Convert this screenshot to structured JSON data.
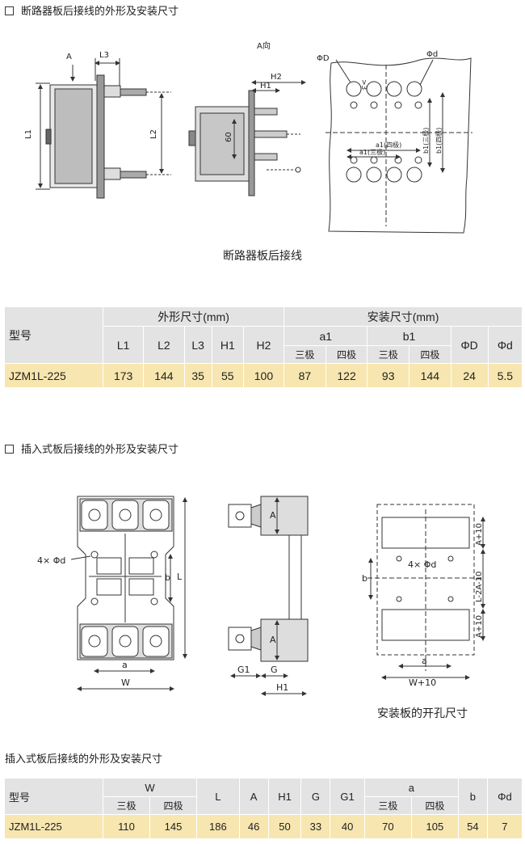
{
  "section1": {
    "title": "断路器板后接线的外形及安装尺寸",
    "caption": "断路器板后接线",
    "drawing_labels": {
      "A": "A",
      "L3": "L3",
      "L1": "L1",
      "L2": "L2",
      "A_dir": "A向",
      "H1": "H1",
      "H2": "H2",
      "60": "60",
      "phiD": "ΦD",
      "phid": "Φd",
      "ge3": ">3",
      "a1_4": "a1(四极)",
      "a1_3": "a1(三极)",
      "b1_3": "b1(三极)",
      "b1_4": "b1(四极)"
    },
    "table": {
      "model_label": "型号",
      "outer_group": "外形尺寸(mm)",
      "install_group": "安装尺寸(mm)",
      "cols": [
        "L1",
        "L2",
        "L3",
        "H1",
        "H2"
      ],
      "a1": "a1",
      "b1": "b1",
      "three": "三极",
      "four": "四极",
      "phiD": "ΦD",
      "phid": "Φd",
      "row": {
        "model": "JZM1L-225",
        "L1": "173",
        "L2": "144",
        "L3": "35",
        "H1": "55",
        "H2": "100",
        "a1_3": "87",
        "a1_4": "122",
        "b1_3": "93",
        "b1_4": "144",
        "phiD": "24",
        "phid": "5.5"
      }
    }
  },
  "section2": {
    "title": "插入式板后接线的外形及安装尺寸",
    "caption": "安装板的开孔尺寸",
    "drawing_labels": {
      "hole": "4× Φd",
      "b": "b",
      "L": "L",
      "a": "a",
      "W": "W",
      "A": "A",
      "G1": "G1",
      "G": "G",
      "H1": "H1",
      "hole2": "4× Φd",
      "A10": "A+10",
      "L2A10": "L-2A-10",
      "W10": "W+10"
    }
  },
  "section3": {
    "title": "插入式板后接线的外形及安装尺寸",
    "table": {
      "model_label": "型号",
      "W": "W",
      "three": "三极",
      "four": "四极",
      "L": "L",
      "A": "A",
      "H1": "H1",
      "G": "G",
      "G1": "G1",
      "a": "a",
      "b": "b",
      "phid": "Φd",
      "row": {
        "model": "JZM1L-225",
        "W_3": "110",
        "W_4": "145",
        "L": "186",
        "A": "46",
        "H1": "50",
        "G": "33",
        "G1": "40",
        "a_3": "70",
        "a_4": "105",
        "b": "54",
        "phid": "7"
      }
    }
  }
}
